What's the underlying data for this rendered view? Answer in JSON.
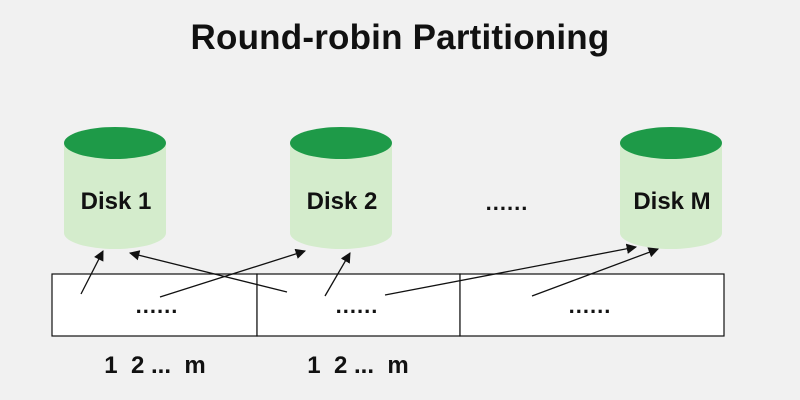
{
  "title": "Round-robin Partitioning",
  "disks": [
    {
      "label": "Disk 1"
    },
    {
      "label": "Disk 2"
    },
    {
      "label": "Disk M"
    }
  ],
  "between_disks_ellipsis": "......",
  "partitions": [
    {
      "content": "......"
    },
    {
      "content": "......"
    },
    {
      "content": "......"
    }
  ],
  "index_labels": [
    {
      "text": "1  2 ...  m"
    },
    {
      "text": "1  2 ...  m"
    }
  ],
  "colors": {
    "background": "#f1f1f1",
    "disk_top": "#1e9a48",
    "disk_body": "#d4eccc",
    "outline": "#111111"
  }
}
